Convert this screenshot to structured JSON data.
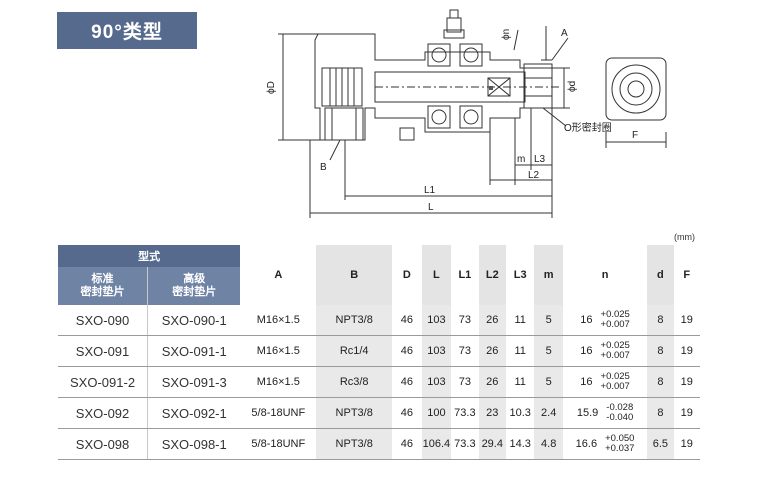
{
  "title": "90°类型",
  "unit": "(mm)",
  "drawing_labels": {
    "phi_n": "ϕn",
    "A": "A",
    "phi_d": "ϕd",
    "phi_D": "ϕD",
    "o_ring": "O形密封圈",
    "B": "B",
    "m": "m",
    "L3": "L3",
    "L2": "L2",
    "L1": "L1",
    "L": "L",
    "F": "F"
  },
  "table": {
    "group_header": "型式",
    "col_std": "标准\n密封垫片",
    "col_adv": "高级\n密封垫片",
    "headers": [
      "A",
      "B",
      "D",
      "L",
      "L1",
      "L2",
      "L3",
      "m",
      "n",
      "d",
      "F"
    ],
    "rows": [
      {
        "std": "SXO-090",
        "adv": "SXO-090-1",
        "A": "M16×1.5",
        "B": "NPT3/8",
        "D": "46",
        "L": "103",
        "L1": "73",
        "L2": "26",
        "L3": "11",
        "m": "5",
        "n": "16",
        "n_tol_top": "+0.025",
        "n_tol_bot": "+0.007",
        "d": "8",
        "F": "19"
      },
      {
        "std": "SXO-091",
        "adv": "SXO-091-1",
        "A": "M16×1.5",
        "B": "Rc1/4",
        "D": "46",
        "L": "103",
        "L1": "73",
        "L2": "26",
        "L3": "11",
        "m": "5",
        "n": "16",
        "n_tol_top": "+0.025",
        "n_tol_bot": "+0.007",
        "d": "8",
        "F": "19"
      },
      {
        "std": "SXO-091-2",
        "adv": "SXO-091-3",
        "A": "M16×1.5",
        "B": "Rc3/8",
        "D": "46",
        "L": "103",
        "L1": "73",
        "L2": "26",
        "L3": "11",
        "m": "5",
        "n": "16",
        "n_tol_top": "+0.025",
        "n_tol_bot": "+0.007",
        "d": "8",
        "F": "19"
      },
      {
        "std": "SXO-092",
        "adv": "SXO-092-1",
        "A": "5/8-18UNF",
        "B": "NPT3/8",
        "D": "46",
        "L": "100",
        "L1": "73.3",
        "L2": "23",
        "L3": "10.3",
        "m": "2.4",
        "n": "15.9",
        "n_tol_top": "-0.028",
        "n_tol_bot": "-0.040",
        "d": "8",
        "F": "19"
      },
      {
        "std": "SXO-098",
        "adv": "SXO-098-1",
        "A": "5/8-18UNF",
        "B": "NPT3/8",
        "D": "46",
        "L": "106.4",
        "L1": "73.3",
        "L2": "29.4",
        "L3": "14.3",
        "m": "4.8",
        "n": "16.6",
        "n_tol_top": "+0.050",
        "n_tol_bot": "+0.037",
        "d": "6.5",
        "F": "19"
      }
    ]
  }
}
